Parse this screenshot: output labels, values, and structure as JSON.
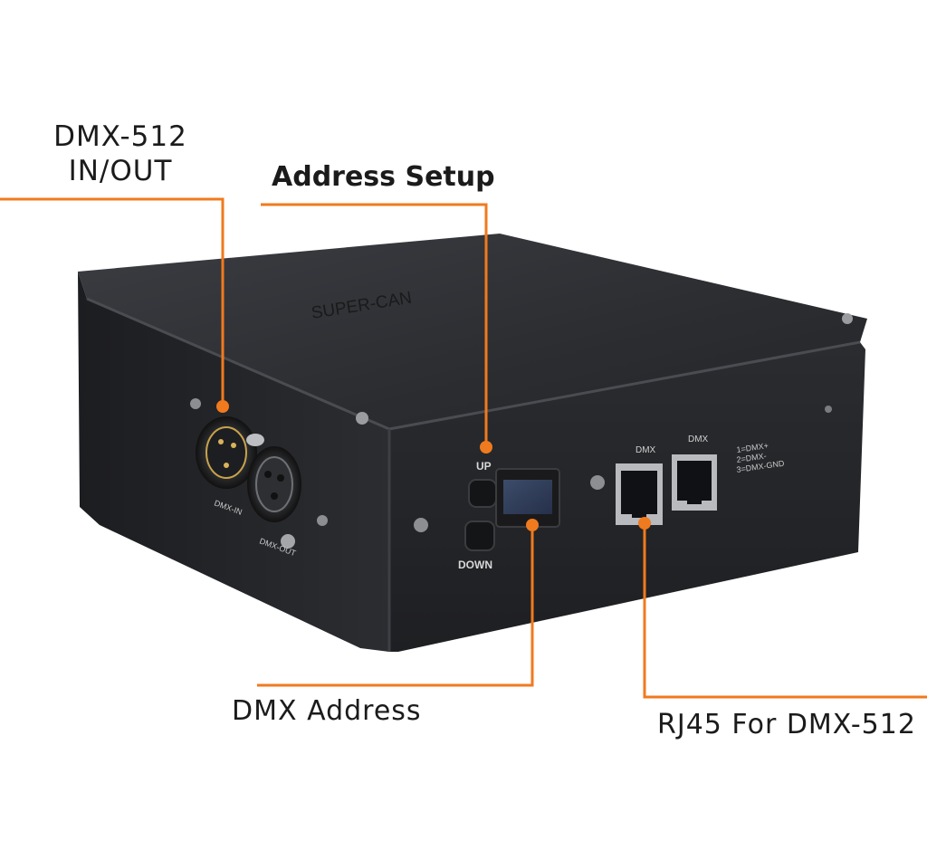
{
  "callouts": {
    "dmx_in_out": {
      "line1": "DMX-512",
      "line2": "IN/OUT"
    },
    "address_setup": "Address Setup",
    "dmx_address": "DMX Address",
    "rj45": "RJ45 For DMX-512"
  },
  "device": {
    "top_brand": "SUPER-CAN",
    "xlr_in_label": "DMX-IN",
    "xlr_out_label": "DMX-OUT",
    "up_label": "UP",
    "down_label": "DOWN",
    "rj45_left_label": "DMX",
    "rj45_right_label": "DMX",
    "pinout": [
      "1=DMX+",
      "2=DMX-",
      "3=DMX-GND"
    ]
  },
  "colors": {
    "callout_line": "#f07a1e",
    "device_body": "#26282c",
    "text": "#1b1b1b"
  }
}
